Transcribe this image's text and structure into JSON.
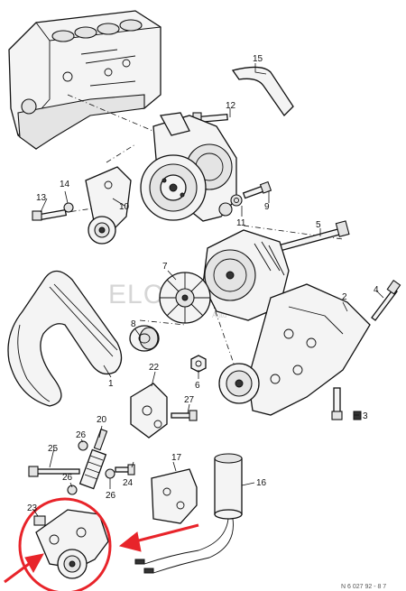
{
  "watermark": {
    "main": "ELCATS.RU",
    "sub": "Auto"
  },
  "footer": "N 6 027 92 - 8 7",
  "colors": {
    "line": "#111111",
    "highlight": "#e8242a"
  },
  "callouts": {
    "c1": "1",
    "c2": "2",
    "c3": "3",
    "c4": "4",
    "c5": "5",
    "c6": "6",
    "c7": "7",
    "c8": "8",
    "c9": "9",
    "c10": "10",
    "c11": "11",
    "c12": "12",
    "c13": "13",
    "c14": "14",
    "c15": "15",
    "c16": "16",
    "c17": "17",
    "c20": "20",
    "c22": "22",
    "c23": "23",
    "c24": "24",
    "c25": "25",
    "c26a": "26",
    "c26b": "26",
    "c26c": "26",
    "c27": "27"
  }
}
